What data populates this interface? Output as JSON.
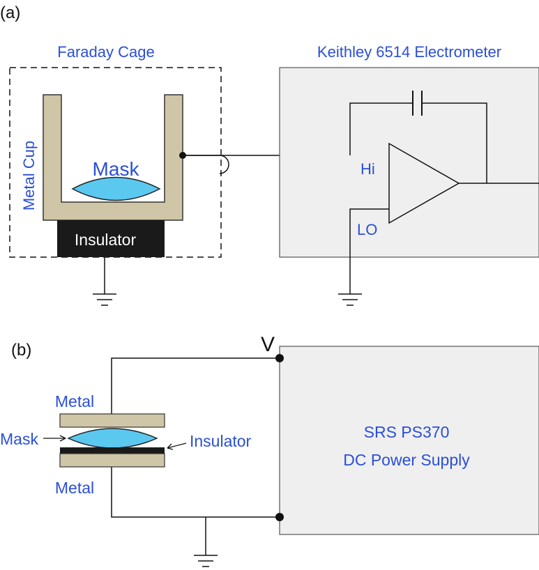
{
  "panel_a": {
    "label": "(a)",
    "faraday_cage": "Faraday Cage",
    "metal_cup": "Metal Cup",
    "mask": "Mask",
    "insulator": "Insulator",
    "electrometer_title": "Keithley 6514 Electrometer",
    "hi": "Hi",
    "lo": "LO"
  },
  "panel_b": {
    "label": "(b)",
    "v": "V",
    "metal_top": "Metal",
    "metal_bottom": "Metal",
    "mask": "Mask",
    "insulator": "Insulator",
    "supply_line1": "SRS PS370",
    "supply_line2": "DC Power Supply"
  },
  "colors": {
    "label_blue": "#2b4fd6",
    "metal": "#cfc6a8",
    "mask": "#5bc8f0",
    "insulator": "#1a1a1a",
    "instrument_box": "#efefef"
  }
}
